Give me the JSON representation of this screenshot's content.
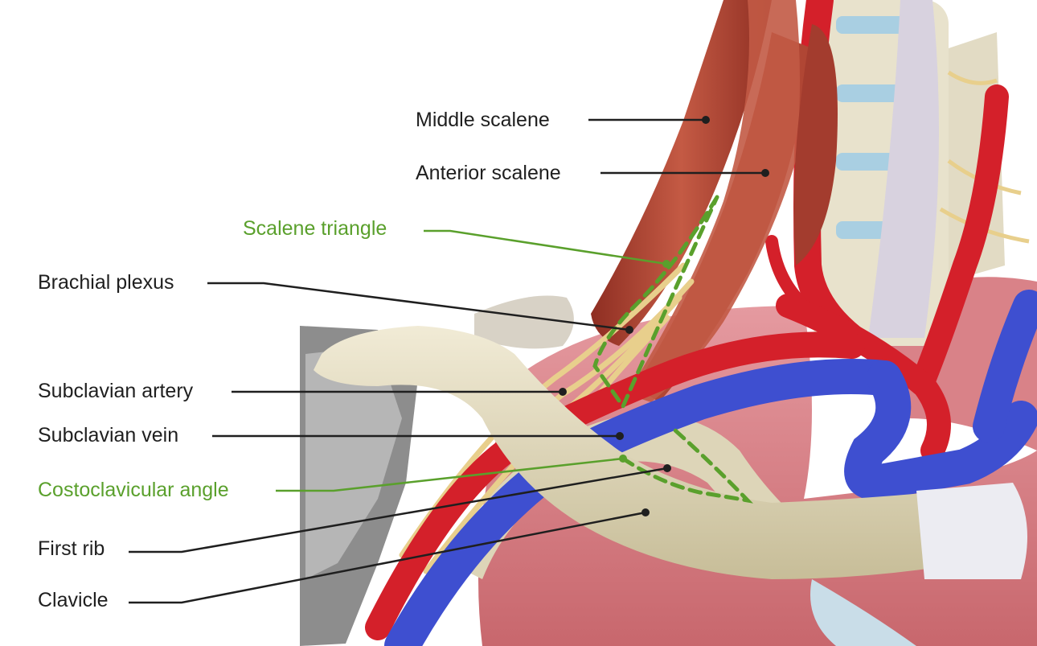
{
  "labels": {
    "middle_scalene": "Middle scalene",
    "anterior_scalene": "Anterior scalene",
    "scalene_triangle": "Scalene triangle",
    "brachial_plexus": "Brachial plexus",
    "subclavian_artery": "Subclavian artery",
    "subclavian_vein": "Subclavian vein",
    "costoclavicular_angle": "Costoclavicular angle",
    "first_rib": "First rib",
    "clavicle": "Clavicle"
  },
  "colors": {
    "label_text": "#1f1f1f",
    "highlight_label": "#5aa02c",
    "leader_line": "#1f1f1f",
    "dashed_outline": "#5aa02c",
    "artery": "#d4202a",
    "vein": "#3e4fd0",
    "muscle": "#b8483a",
    "bone": "#e6dfc4",
    "nerve": "#e8cf8c",
    "lung": "#d77f84"
  }
}
